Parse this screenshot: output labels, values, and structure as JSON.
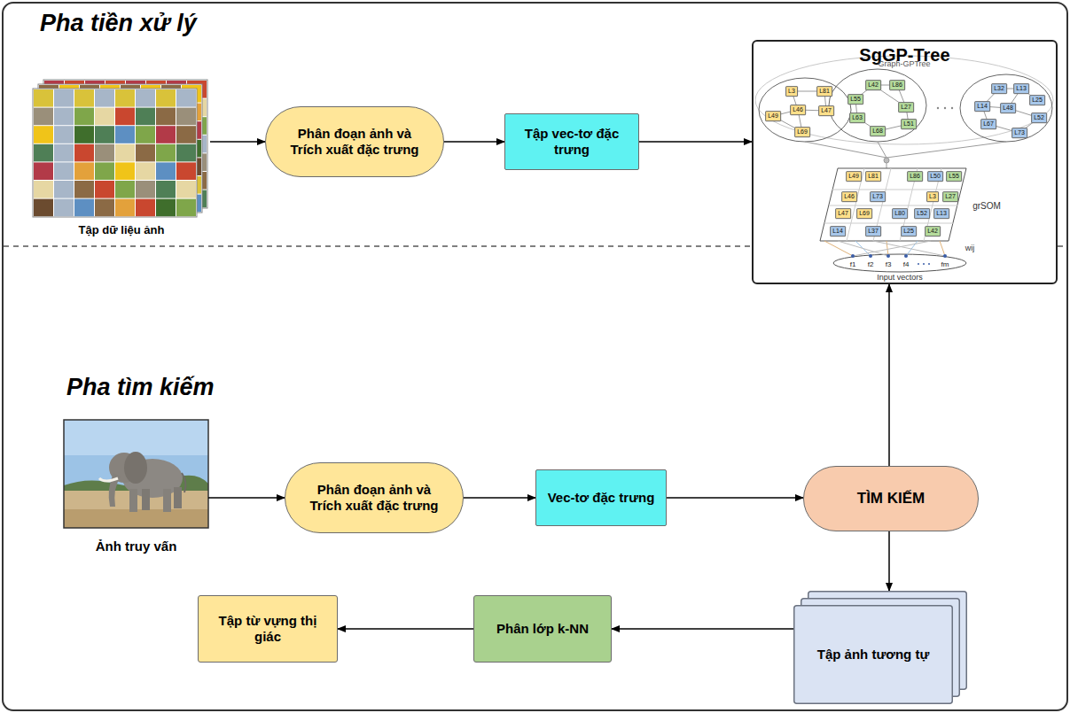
{
  "diagram": {
    "nodes": [
      {
        "text": [
          "Tập dữ liệu ảnh"
        ]
      },
      {
        "text": [
          "Phân đoạn ảnh và Trích xuất đặc trưng"
        ]
      },
      {
        "text": [
          "Tập vec-tơ đặc trưng"
        ]
      },
      {
        "text": [
          "SgGP-Tree"
        ]
      },
      {
        "text": [
          "Ảnh truy vấn"
        ]
      },
      {
        "text": [
          "Phân đoạn ảnh và Trích xuất đặc trưng"
        ]
      },
      {
        "text": [
          "Vec-tơ đặc trưng"
        ]
      },
      {
        "text": [
          "TÌM KIẾM"
        ]
      },
      {
        "text": [
          "Tập ảnh tương tự"
        ]
      },
      {
        "text": [
          "Phân lớp k-NN"
        ]
      },
      {
        "text": [
          "Tập từ vựng thị giác"
        ]
      }
    ],
    "edges": [
      {
        "from": 0,
        "to": 1,
        "arrow": "to"
      },
      {
        "from": 1,
        "to": 2,
        "arrow": "to"
      },
      {
        "from": 2,
        "to": 3,
        "arrow": "to"
      },
      {
        "from": 4,
        "to": 5,
        "arrow": "to"
      },
      {
        "from": 5,
        "to": 6,
        "arrow": "to"
      },
      {
        "from": 6,
        "to": 7,
        "arrow": "to"
      },
      {
        "from": 7,
        "to": 3,
        "arrow": "to"
      },
      {
        "from": 7,
        "to": 8,
        "arrow": "to"
      },
      {
        "from": 8,
        "to": 9,
        "arrow": "to"
      },
      {
        "from": 9,
        "to": 10,
        "arrow": "to"
      }
    ],
    "labels": [
      "Pha tiền xử lý",
      "Pha tìm kiếm",
      "Graph-GPTree",
      "grSOM",
      "wij",
      "Input vectors",
      "f1",
      "f2",
      "f3",
      "f4",
      "fm",
      "L3",
      "L81",
      "L49",
      "L46",
      "L47",
      "L69",
      "L55",
      "L42",
      "L86",
      "L63",
      "L27",
      "L68",
      "L51",
      "L32",
      "L13",
      "L25",
      "L14",
      "L48",
      "L52",
      "L67",
      "L73",
      "L49",
      "L81",
      "L86",
      "L50",
      "L55",
      "L46",
      "L73",
      "L3",
      "L27",
      "L47",
      "L69",
      "L80",
      "L52",
      "L13",
      "L14",
      "L37",
      "L25",
      "L42"
    ]
  }
}
